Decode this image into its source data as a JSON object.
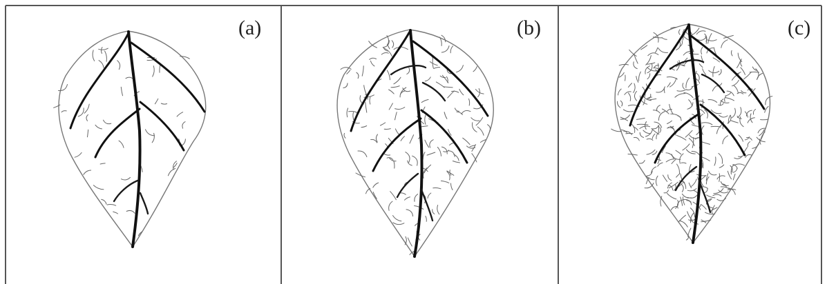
{
  "panels": [
    {
      "label": "(a)",
      "network_density": "sparse"
    },
    {
      "label": "(b)",
      "network_density": "medium"
    },
    {
      "label": "(c)",
      "network_density": "dense"
    }
  ],
  "colors": {
    "frame": "#555555",
    "leaf_outline": "#777777",
    "main_vein": "#111111",
    "fine_vein": "#666666",
    "background": "#ffffff"
  }
}
